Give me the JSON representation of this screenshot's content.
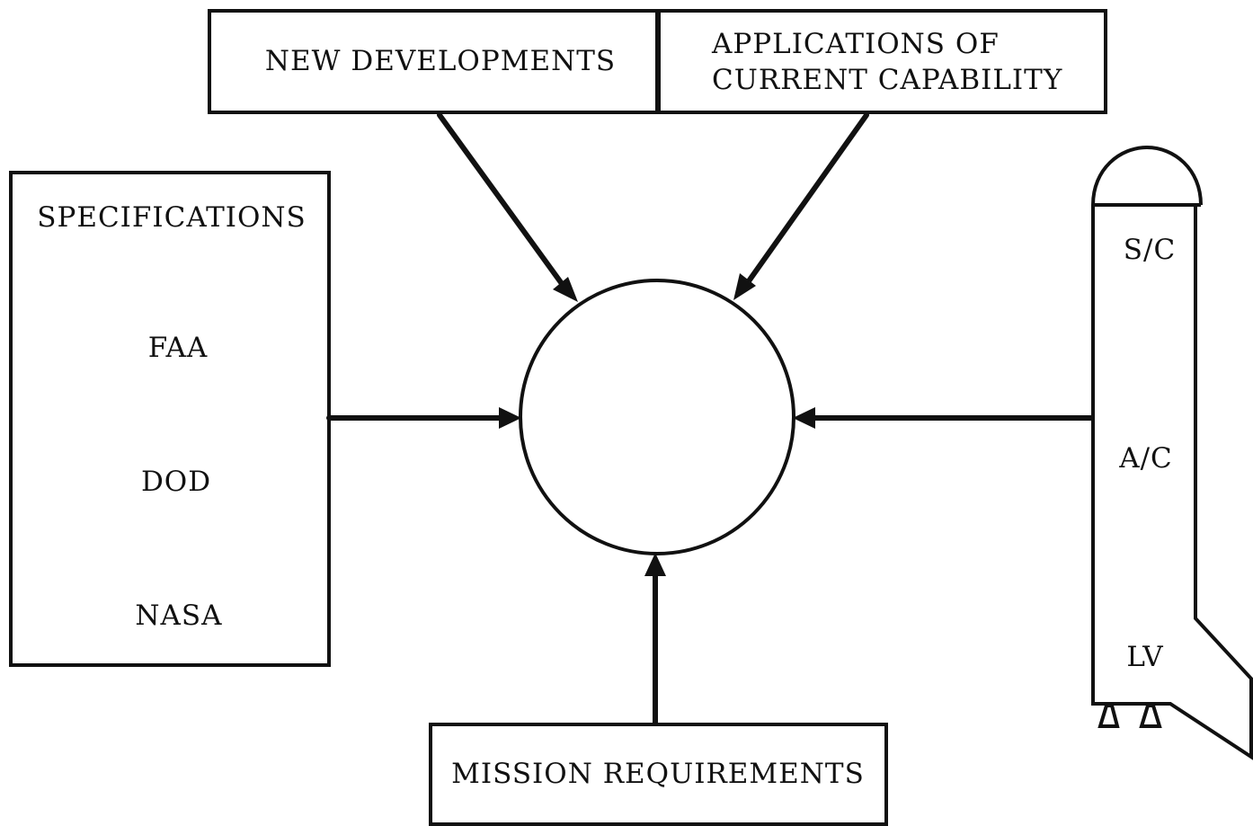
{
  "top_boxes": {
    "new_developments": "NEW DEVELOPMENTS",
    "applications_line1": "APPLICATIONS OF",
    "applications_line2": "CURRENT CAPABILITY"
  },
  "specifications": {
    "title": "SPECIFICATIONS",
    "items": [
      "FAA",
      "DOD",
      "NASA"
    ]
  },
  "vehicle": {
    "labels": [
      "S/C",
      "A/C",
      "LV"
    ]
  },
  "mission_requirements": "MISSION REQUIREMENTS"
}
